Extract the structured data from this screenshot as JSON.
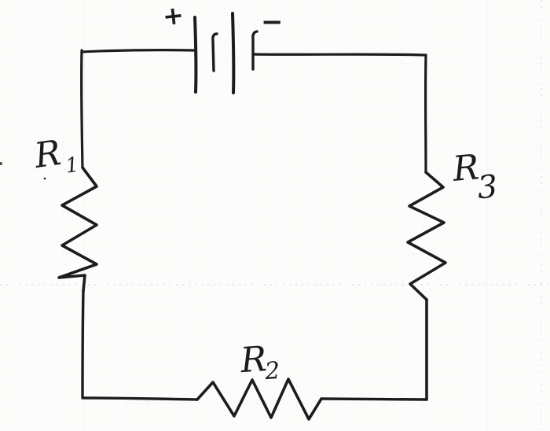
{
  "colors": {
    "ink": "#1c1c1c",
    "paper": "#fcfcfb",
    "grid": "#9fb0c8"
  },
  "battery": {
    "positive_terminal_label": "+",
    "negative_terminal_label": "−"
  },
  "resistors": {
    "r1": {
      "letter": "R",
      "subscript": "1"
    },
    "r2": {
      "letter": "R",
      "subscript": "2"
    },
    "r3": {
      "letter": "R",
      "subscript": "3"
    }
  }
}
